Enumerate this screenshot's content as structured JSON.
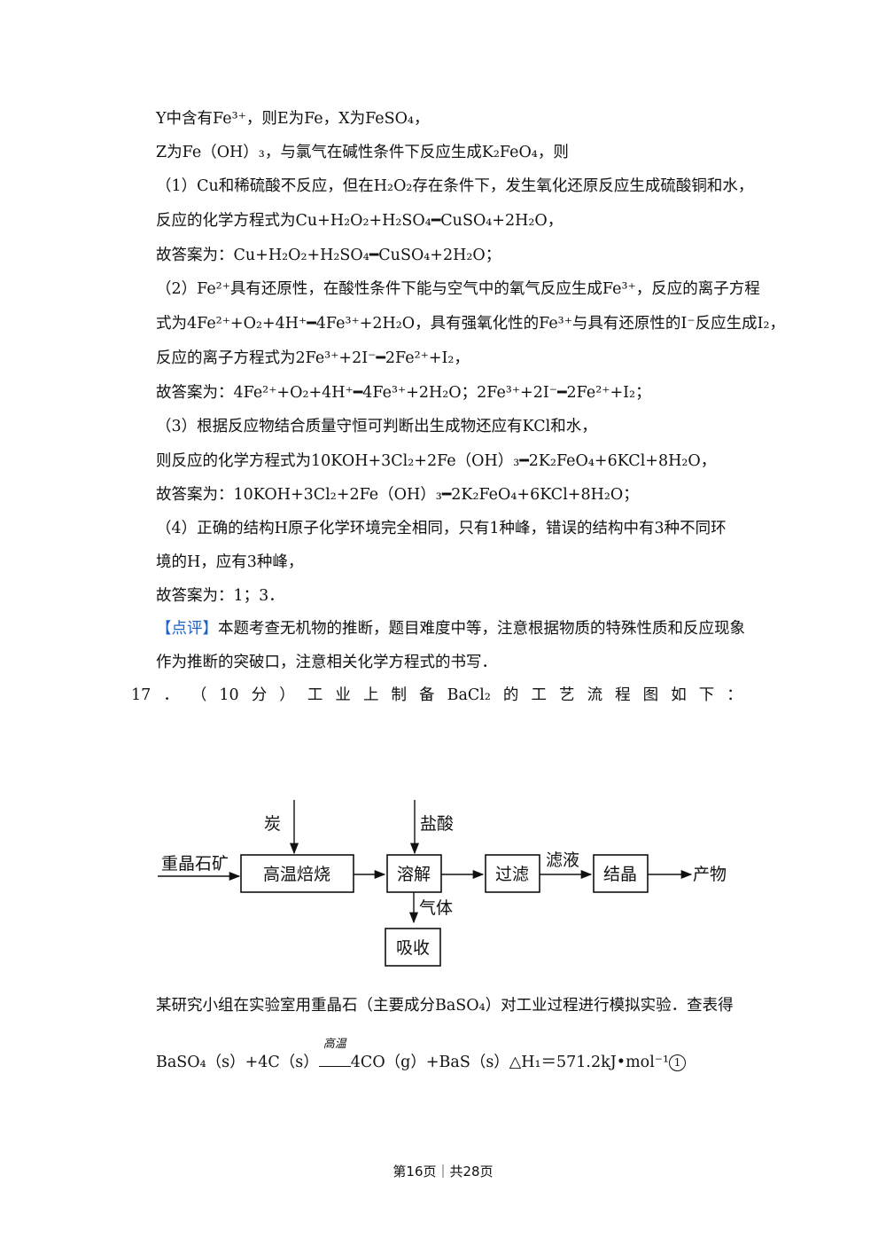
{
  "lines": {
    "l1": "Y中含有Fe³⁺，则E为Fe，X为FeSO₄，",
    "l2": "Z为Fe（OH）₃，与氯气在碱性条件下反应生成K₂FeO₄，则",
    "l3": "（1）Cu和稀硫酸不反应，但在H₂O₂存在条件下，发生氧化还原反应生成硫酸铜和水，",
    "l4": "反应的化学方程式为Cu+H₂O₂+H₂SO₄━CuSO₄+2H₂O，",
    "l5": "故答案为：Cu+H₂O₂+H₂SO₄━CuSO₄+2H₂O；",
    "l6": "（2）Fe²⁺具有还原性，在酸性条件下能与空气中的氧气反应生成Fe³⁺，反应的离子方程",
    "l7": "式为4Fe²⁺+O₂+4H⁺━4Fe³⁺+2H₂O，具有强氧化性的Fe³⁺与具有还原性的I⁻反应生成I₂，",
    "l8": "反应的离子方程式为2Fe³⁺+2I⁻━2Fe²⁺+I₂，",
    "l9": "故答案为：4Fe²⁺+O₂+4H⁺━4Fe³⁺+2H₂O；2Fe³⁺+2I⁻━2Fe²⁺+I₂；",
    "l10": "（3）根据反应物结合质量守恒可判断出生成物还应有KCl和水，",
    "l11": "则反应的化学方程式为10KOH+3Cl₂+2Fe（OH）₃━2K₂FeO₄+6KCl+8H₂O，",
    "l12": "故答案为：10KOH+3Cl₂+2Fe（OH）₃━2K₂FeO₄+6KCl+8H₂O；",
    "l13": "（4）正确的结构H原子化学环境完全相同，只有1种峰，错误的结构中有3种不同环",
    "l14": "境的H，应有3种峰，",
    "l15": "故答案为：1；3．",
    "l16_tag": "【点评】",
    "l16_text": "本题考查无机物的推断，题目难度中等，注意根据物质的特殊性质和反应现象",
    "l17": "作为推断的突破口，注意相关化学方程式的书写．"
  },
  "question17": {
    "tokens": [
      "17",
      "．",
      "（",
      "10",
      "分",
      "）",
      "工",
      "业",
      "上",
      "制",
      "备",
      "BaCl₂",
      "的",
      "工",
      "艺",
      "流",
      "程",
      "图",
      "如",
      "下",
      "："
    ]
  },
  "flowchart": {
    "input_label": "重晶石矿",
    "carbon_label": "炭",
    "acid_label": "盐酸",
    "step1": "高温焙烧",
    "step2": "溶解",
    "step3": "过滤",
    "filtrate_label": "滤液",
    "step4": "结晶",
    "product_label": "产物",
    "gas_label": "气体",
    "absorb": "吸收"
  },
  "after": {
    "l1": "某研究小组在实验室用重晶石（主要成分BaSO₄）对工业过程进行模拟实验．查表得",
    "eq_left": "BaSO₄（s）+4C（s）",
    "eq_condition": "高温",
    "eq_right": "4CO（g）+BaS（s）△H₁＝571.2kJ•mol⁻¹",
    "eq_num": "1"
  },
  "footer": {
    "text": "第16页｜共28页"
  }
}
